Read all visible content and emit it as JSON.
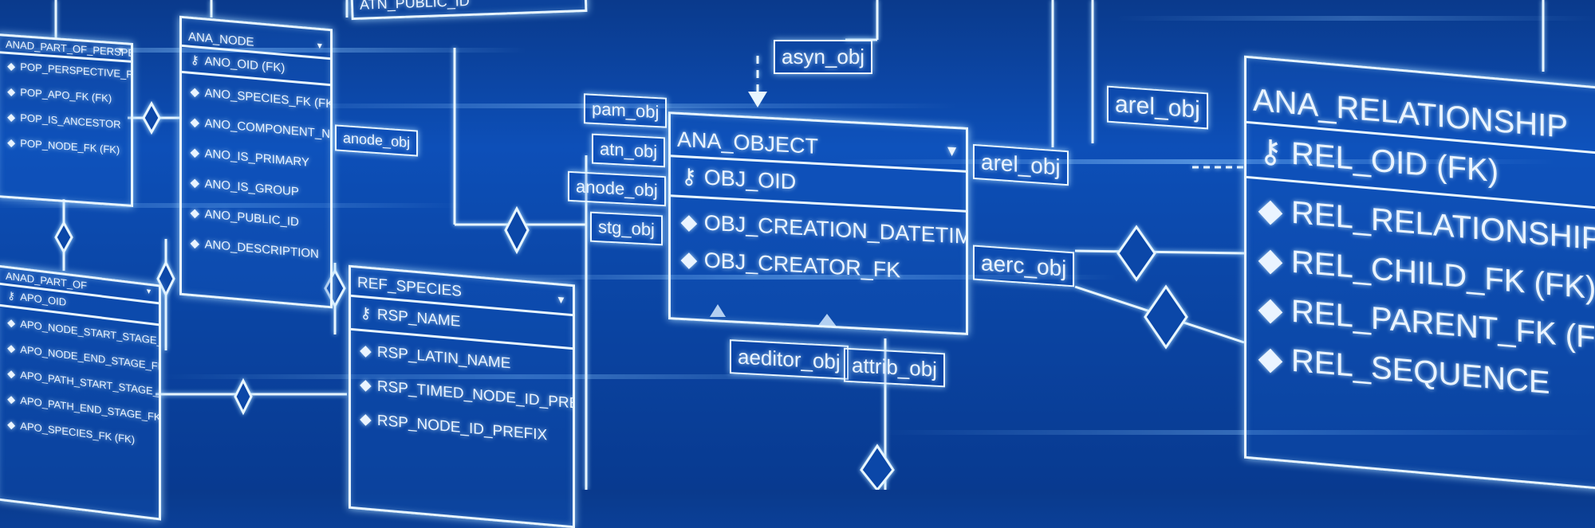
{
  "colors": {
    "background": "#0b47a8",
    "line": "#e8f6ff",
    "glow": "#aadcff"
  },
  "icons": {
    "primary_key": "key-icon",
    "attribute": "diamond-icon",
    "dropdown": "triangle-down-icon"
  },
  "entities": {
    "anad_part_of_perspective": {
      "title": "ANAD_PART_OF_PERSPECTIVE",
      "rows": [
        "POP_PERSPECTIVE_FK (FK)",
        "POP_APO_FK (FK)",
        "POP_IS_ANCESTOR",
        "POP_NODE_FK (FK)"
      ]
    },
    "ana_node": {
      "title": "ANA_NODE",
      "pk": "ANO_OID (FK)",
      "rows": [
        "ANO_SPECIES_FK (FK)",
        "ANO_COMPONENT_NAME",
        "ANO_IS_PRIMARY",
        "ANO_IS_GROUP",
        "ANO_PUBLIC_ID",
        "ANO_DESCRIPTION"
      ]
    },
    "anad_part_of": {
      "title": "ANAD_PART_OF",
      "pk": "APO_OID",
      "rows": [
        "APO_NODE_START_STAGE_FK (FK)",
        "APO_NODE_END_STAGE_FK (FK)",
        "APO_PATH_START_STAGE_FK (FK)",
        "APO_PATH_END_STAGE_FK (FK)",
        "APO_SPECIES_FK (FK)"
      ]
    },
    "ref_species": {
      "title": "REF_SPECIES",
      "pk": "RSP_NAME",
      "rows": [
        "RSP_LATIN_NAME",
        "RSP_TIMED_NODE_ID_PREFIX",
        "RSP_NODE_ID_PREFIX"
      ]
    },
    "ana_object": {
      "title": "ANA_OBJECT",
      "pk": "OBJ_OID",
      "rows": [
        "OBJ_CREATION_DATETIME",
        "OBJ_CREATOR_FK"
      ]
    },
    "ana_relationship": {
      "title": "ANA_RELATIONSHIP",
      "pk": "REL_OID (FK)",
      "rows": [
        "REL_RELATIONSHIP",
        "REL_CHILD_FK (FK)",
        "REL_PARENT_FK (FK)",
        "REL_SEQUENCE"
      ]
    },
    "top_fragment": {
      "title": "ATN_PUBLIC_ID"
    }
  },
  "tags": {
    "asyn_obj": "asyn_obj",
    "anode_obj_small": "anode_obj",
    "pam_obj": "pam_obj",
    "atn_obj": "atn_obj",
    "anode_obj": "anode_obj",
    "stg_obj": "stg_obj",
    "arel_obj_mid": "arel_obj",
    "arel_obj_right": "arel_obj",
    "aerc_obj": "aerc_obj",
    "aeditor_obj": "aeditor_obj",
    "attrib_obj": "attrib_obj"
  }
}
